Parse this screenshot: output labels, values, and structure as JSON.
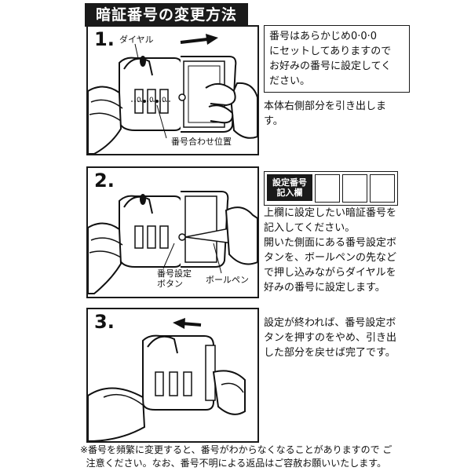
{
  "title": "暗証番号の変更方法",
  "steps": [
    {
      "number": "1.",
      "callouts": {
        "dial": "ダイヤル",
        "position": "番号合わせ位置"
      },
      "text_box": "番号はあらかじめ0·0·0\nにセットしてありますので\nお好みの番号に設定してく\nださい。",
      "description": "本体右側部分を引き出しま\nす。"
    },
    {
      "number": "2.",
      "callouts": {
        "button": "番号設定\nボタン",
        "pen": "ボールペン"
      },
      "register_label": "設定番号\n記入欄",
      "description": "上欄に設定したい暗証番号を\n記入してください。\n開いた側面にある番号設定ボ\nタンを、ボールペンの先など\nで押し込みながらダイヤルを\n好みの番号に設定します。"
    },
    {
      "number": "3.",
      "description": "設定が終われば、番号設定ボ\nタンを押すのをやめ、引き出\nした部分を戻せば完了です。"
    }
  ],
  "dial_digits": [
    "0",
    "0",
    "0"
  ],
  "note": "※番号を頻繁に変更すると、番号がわからなくなることがありますので ご\n  注意ください。なお、番号不明による返品はご容赦お願いいたします。"
}
